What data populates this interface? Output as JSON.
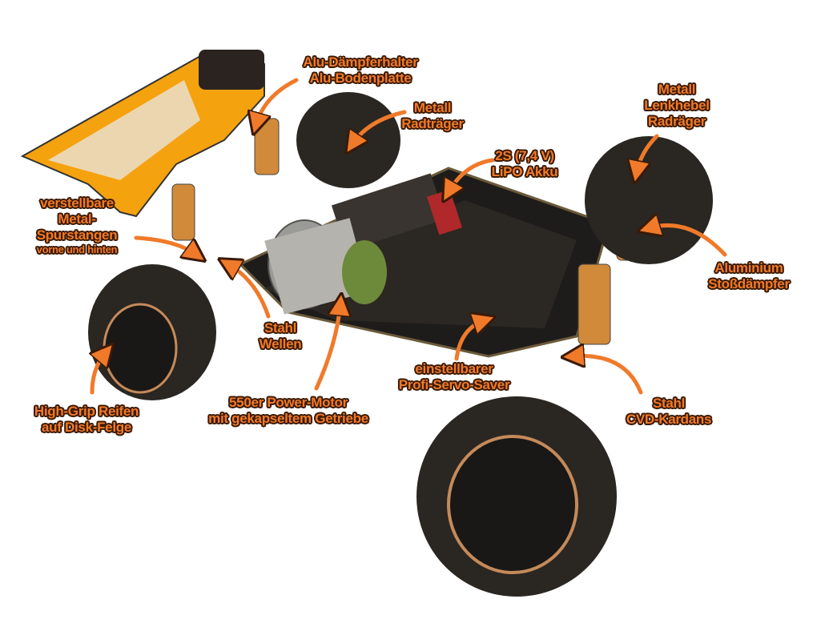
{
  "annotations": {
    "damper_mount": [
      "Alu-Dämpferhalter",
      "Alu-Bodenplatte"
    ],
    "wheel_carrier": [
      "Metall",
      "Radträger"
    ],
    "battery": [
      "2S (7,4 V)",
      "LiPO Akku"
    ],
    "steering": [
      "Metall",
      "Lenkhebel",
      "Radräger"
    ],
    "shocks": [
      "Aluminium",
      "Stoßdämpfer"
    ],
    "tie_rods": [
      "verstellbare",
      "Metal-",
      "Spurstangen",
      "vorne und hinten"
    ],
    "shafts": [
      "Stahl",
      "Wellen"
    ],
    "tires": [
      "High-Grip Reifen",
      "auf Disk-Felge"
    ],
    "motor": [
      "550er Power-Motor",
      "mit gekapseltem Getriebe"
    ],
    "servo_saver": [
      "einstellbarer",
      "Profi-Servo-Saver"
    ],
    "cvd": [
      "Stahl",
      "CVD-Kardans"
    ]
  },
  "colors": {
    "label": "#f07a2a",
    "outline": "#3a1a05",
    "wing": "#f5a20f"
  }
}
